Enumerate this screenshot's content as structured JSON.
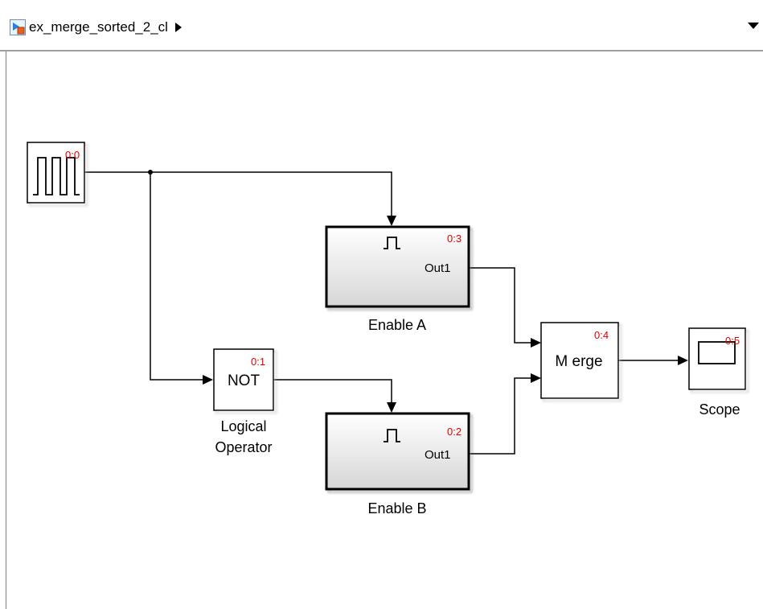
{
  "breadcrumb": {
    "model_name": "ex_merge_sorted_2_cl",
    "icon": "simulink-model-icon",
    "arrow_icon": "chevron-right-icon",
    "dropdown_icon": "chevron-down-icon"
  },
  "blocks": {
    "pulse": {
      "index": "0:0",
      "icon": "pulse-generator-icon"
    },
    "enable_a": {
      "label": "Enable A",
      "index": "0:3",
      "port_out": "Out1",
      "icon": "enable-icon"
    },
    "enable_b": {
      "label": "Enable B",
      "index": "0:2",
      "port_out": "Out1",
      "icon": "enable-icon"
    },
    "logical": {
      "label_line1": "Logical",
      "label_line2": "Operator",
      "index": "0:1",
      "text": "NOT"
    },
    "merge": {
      "text": "M erge",
      "index": "0:4"
    },
    "scope": {
      "label": "Scope",
      "index": "0:5",
      "icon": "scope-icon"
    }
  },
  "colors": {
    "index_red": "#e00000",
    "block_border": "#000000",
    "subsystem_fill_top": "#ffffff",
    "subsystem_fill_bottom": "#d8d8d8"
  }
}
